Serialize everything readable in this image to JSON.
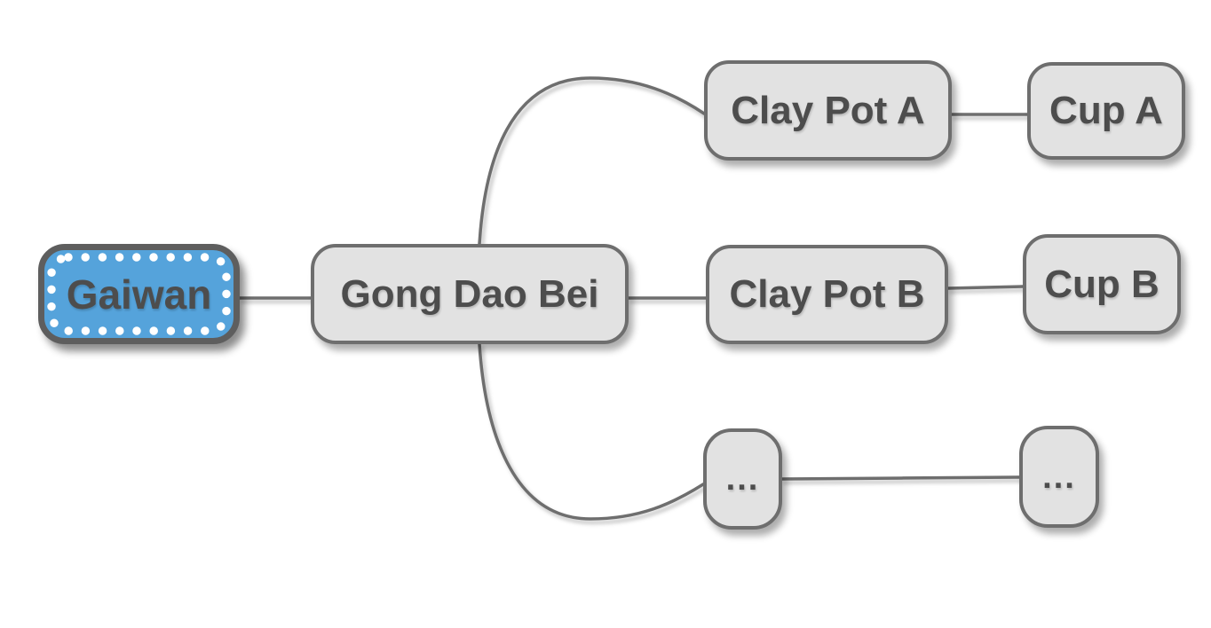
{
  "diagram": {
    "kind": "mindmap",
    "background": "#ffffff",
    "colors": {
      "node_fill": "#e2e2e2",
      "node_border": "#6e6e6e",
      "node_text": "#4d4d4d",
      "edge": "#6e6e6e",
      "selected_node_fill": "#55a3db",
      "selected_node_border": "#5e5e5e",
      "selected_node_dots": "#ffffff"
    },
    "nodes": [
      {
        "id": "gaiwan",
        "label": "Gaiwan",
        "selected": true,
        "shape": "rounded-rect-dotted"
      },
      {
        "id": "gong-dao-bei",
        "label": "Gong Dao Bei",
        "selected": false,
        "shape": "rounded-rect"
      },
      {
        "id": "clay-pot-a",
        "label": "Clay Pot A",
        "selected": false,
        "shape": "rounded-rect"
      },
      {
        "id": "cup-a",
        "label": "Cup A",
        "selected": false,
        "shape": "rounded-rect"
      },
      {
        "id": "clay-pot-b",
        "label": "Clay Pot B",
        "selected": false,
        "shape": "rounded-rect"
      },
      {
        "id": "cup-b",
        "label": "Cup B",
        "selected": false,
        "shape": "rounded-rect"
      },
      {
        "id": "ellipsis-1",
        "label": "...",
        "selected": false,
        "shape": "rounded-square"
      },
      {
        "id": "ellipsis-2",
        "label": "...",
        "selected": false,
        "shape": "rounded-square"
      }
    ],
    "edges": [
      {
        "from": "gaiwan",
        "to": "gong-dao-bei"
      },
      {
        "from": "gong-dao-bei",
        "to": "clay-pot-a"
      },
      {
        "from": "gong-dao-bei",
        "to": "clay-pot-b"
      },
      {
        "from": "gong-dao-bei",
        "to": "ellipsis-1"
      },
      {
        "from": "clay-pot-a",
        "to": "cup-a"
      },
      {
        "from": "clay-pot-b",
        "to": "cup-b"
      },
      {
        "from": "ellipsis-1",
        "to": "ellipsis-2"
      }
    ]
  }
}
